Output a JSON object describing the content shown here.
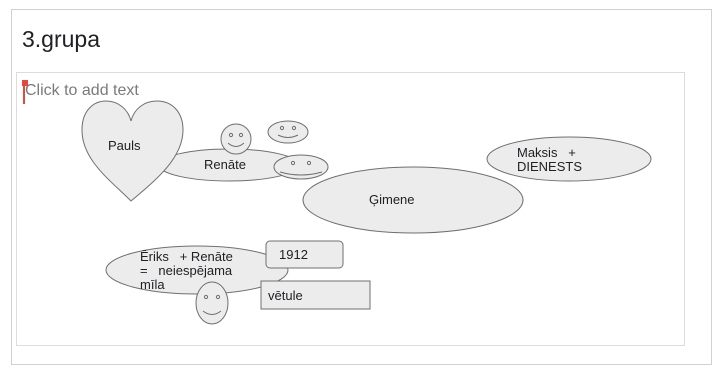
{
  "slide": {
    "title": "3.grupa",
    "placeholder": "Click to add text"
  },
  "shapes": {
    "heart_label": "Pauls",
    "renate_label": "Renāte",
    "gimene_label": "Ģimene",
    "maksis_label": "Maksis   +\nDIENESTS",
    "eriks_label": "Ēriks   + Renāte\n=   neiespējama\nmīla",
    "year_label": "1912",
    "vetule_label": "vētule"
  },
  "colors": {
    "shape_fill": "#ececec",
    "shape_stroke": "#6f6f6f",
    "cursor": "#e8453c"
  }
}
